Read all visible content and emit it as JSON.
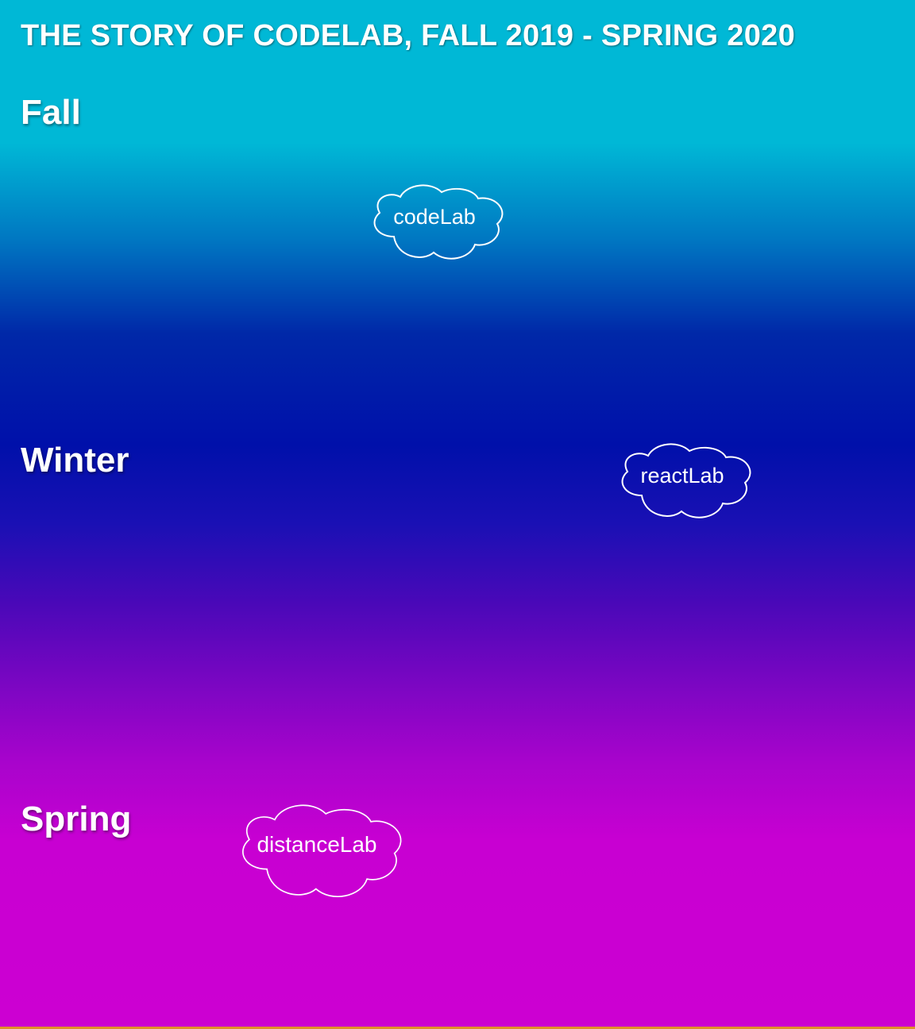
{
  "header": {
    "title": "THE STORY OF CODELAB, FALL 2019 - SPRING 2020"
  },
  "seasons": [
    {
      "label": "Fall"
    },
    {
      "label": "Winter"
    },
    {
      "label": "Spring"
    }
  ],
  "labs": [
    {
      "label": "codeLab",
      "season": "Fall",
      "icon": "cloud-icon"
    },
    {
      "label": "reactLab",
      "season": "Winter",
      "icon": "cloud-icon"
    },
    {
      "label": "distanceLab",
      "season": "Spring",
      "icon": "cloud-icon"
    }
  ],
  "colors": {
    "gradient_top": "#00b8d6",
    "gradient_middle": "#0010aa",
    "gradient_bottom": "#cc00d2",
    "text": "#ffffff",
    "cloud_outline": "#ffffff"
  }
}
